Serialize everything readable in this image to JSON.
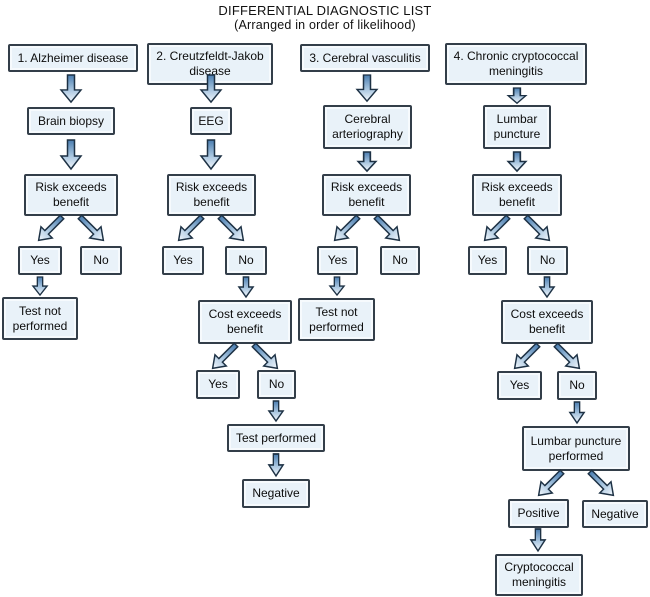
{
  "title": {
    "line1": "DIFFERENTIAL DIAGNOSTIC LIST",
    "line2": "(Arranged in order of likelihood)"
  },
  "colors": {
    "box_fill": "#e9f2f9",
    "box_border": "#333e49",
    "arrow_tail": "#4a7db0",
    "arrow_mid": "#a9c6e0",
    "arrow_head": "#f2f7fc",
    "arrow_outline": "#1d3144"
  },
  "columns": [
    {
      "diagnosis": "1. Alzheimer disease",
      "test": "Brain biopsy",
      "risk": "Risk exceeds benefit",
      "yes": "Yes",
      "no": "No",
      "outcome": "Test not performed"
    },
    {
      "diagnosis": "2. Creutzfeldt-Jakob disease",
      "test": "EEG",
      "risk": "Risk exceeds benefit",
      "yes": "Yes",
      "no": "No",
      "cost": "Cost exceeds benefit",
      "cost_yes": "Yes",
      "cost_no": "No",
      "performed": "Test performed",
      "result": "Negative"
    },
    {
      "diagnosis": "3. Cerebral vasculitis",
      "test": "Cerebral arteriography",
      "risk": "Risk exceeds benefit",
      "yes": "Yes",
      "no": "No",
      "outcome": "Test not performed"
    },
    {
      "diagnosis": "4. Chronic cryptococcal meningitis",
      "test": "Lumbar puncture",
      "risk": "Risk exceeds benefit",
      "yes": "Yes",
      "no": "No",
      "cost": "Cost exceeds benefit",
      "cost_yes": "Yes",
      "cost_no": "No",
      "performed": "Lumbar puncture performed",
      "result_positive": "Positive",
      "result_negative": "Negative",
      "final": "Cryptococcal meningitis"
    }
  ]
}
